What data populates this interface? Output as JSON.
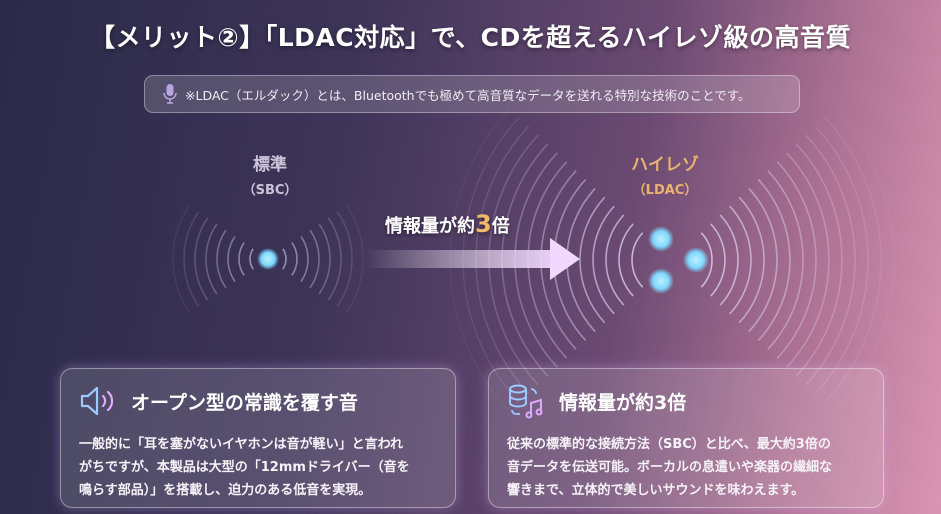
{
  "title": "【メリット②】「LDAC対応」で、CDを超えるハイレゾ級の高音質",
  "note": "※LDAC（エルダック）とは、Bluetoothでも極めて高音質なデータを送れる特別な技術のことです。",
  "standard": {
    "label": "標準",
    "codec": "（SBC）"
  },
  "hires": {
    "label": "ハイレゾ",
    "codec": "（LDAC）"
  },
  "multiplier": {
    "prefix": "情報量が約",
    "number": "3",
    "suffix": "倍"
  },
  "cards": [
    {
      "icon": "speaker-icon",
      "title": "オープン型の常識を覆す音",
      "lines": [
        "一般的に「耳を塞がないイヤホンは音が軽い」と言われ",
        "がちですが、本製品は大型の「12mmドライバー（音を",
        "鳴らす部品）」を搭載し、迫力のある低音を実現。"
      ]
    },
    {
      "icon": "data-music-icon",
      "title": "情報量が約3倍",
      "lines": [
        "従来の標準的な接続方法（SBC）と比べ、最大約3倍の",
        "音データを伝送可能。ボーカルの息遣いや楽器の繊細な",
        "響きまで、立体的で美しいサウンドを味わえます。"
      ]
    }
  ],
  "colors": {
    "accent_gold": "#eab36f",
    "dot": "#7fd8ff"
  }
}
